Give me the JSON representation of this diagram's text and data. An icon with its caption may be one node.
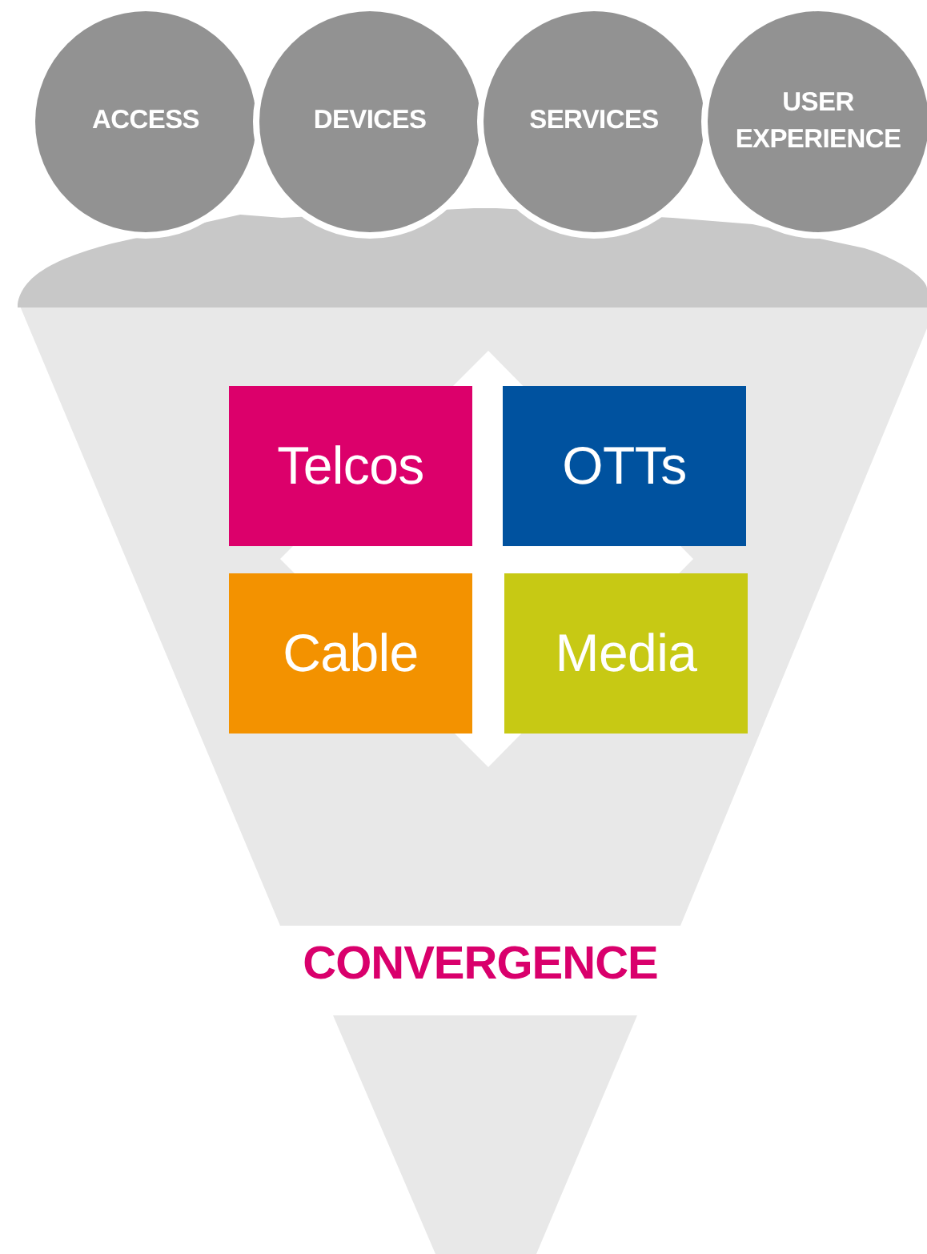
{
  "diagram": {
    "nodes": [
      {
        "text": [
          "ACCESS"
        ]
      },
      {
        "text": [
          "DEVICES"
        ]
      },
      {
        "text": [
          "SERVICES"
        ]
      },
      {
        "text": [
          "USER EXPERIENCE"
        ]
      },
      {
        "text": [
          "Telcos"
        ]
      },
      {
        "text": [
          "OTTs"
        ]
      },
      {
        "text": [
          "Cable"
        ]
      },
      {
        "text": [
          "Media"
        ]
      }
    ],
    "labels": [
      "CONVERGENCE"
    ]
  }
}
